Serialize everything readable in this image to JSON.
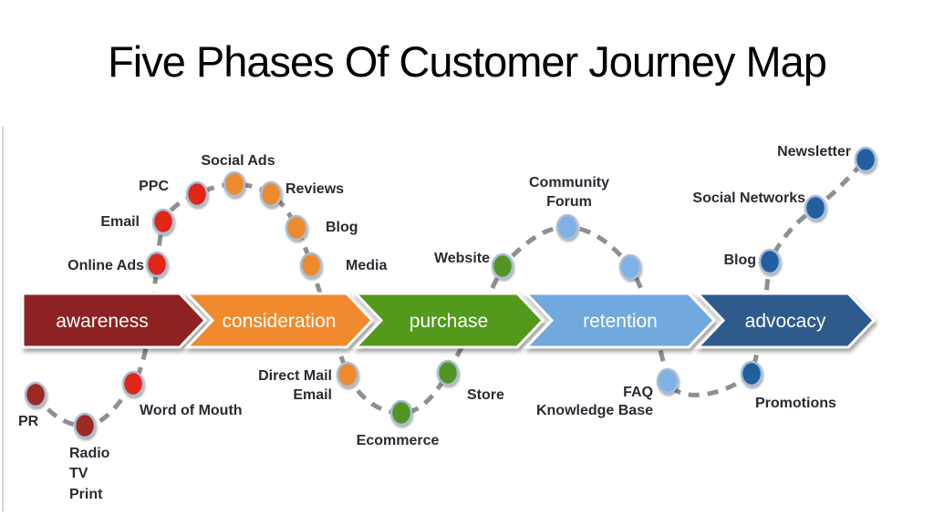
{
  "title": "Five Phases Of Customer Journey Map",
  "colors": {
    "background": "#ffffff",
    "title_text": "#000000",
    "dashed_path": "#8f8f8f",
    "dot_outline": "#a9bed6",
    "touchpoint_label": "#2a2a33",
    "phase_label_text": "#ffffff",
    "frame_edge": "#d6d6d6"
  },
  "journey": {
    "phases": [
      {
        "label": "awareness",
        "color": "#8e2420"
      },
      {
        "label": "consideration",
        "color": "#f18a2e"
      },
      {
        "label": "purchase",
        "color": "#52991c"
      },
      {
        "label": "retention",
        "color": "#71a8dd"
      },
      {
        "label": "advocacy",
        "color": "#2d5a8c"
      }
    ],
    "touchpoints": [
      {
        "lines": [
          "PR"
        ],
        "phase": "awareness",
        "color": "#9d2b24"
      },
      {
        "lines": [
          "Radio",
          "TV",
          "Print"
        ],
        "phase": "awareness",
        "color": "#9d2b24"
      },
      {
        "lines": [
          "Word of Mouth"
        ],
        "phase": "awareness",
        "color": "#e02619"
      },
      {
        "lines": [
          "Online Ads"
        ],
        "phase": "awareness",
        "color": "#e02619"
      },
      {
        "lines": [
          "Email"
        ],
        "phase": "awareness",
        "color": "#e02619"
      },
      {
        "lines": [
          "PPC"
        ],
        "phase": "awareness",
        "color": "#e02619"
      },
      {
        "lines": [
          "Social Ads"
        ],
        "phase": "consideration",
        "color": "#ee8a2d"
      },
      {
        "lines": [
          "Reviews"
        ],
        "phase": "consideration",
        "color": "#ee8a2d"
      },
      {
        "lines": [
          "Blog"
        ],
        "phase": "consideration",
        "color": "#ee8a2d"
      },
      {
        "lines": [
          "Media"
        ],
        "phase": "consideration",
        "color": "#ee8a2d"
      },
      {
        "lines": [
          "Direct Mail",
          "Email"
        ],
        "phase": "consideration",
        "color": "#ee8a2d"
      },
      {
        "lines": [
          "Ecommerce"
        ],
        "phase": "purchase",
        "color": "#529522"
      },
      {
        "lines": [
          "Store"
        ],
        "phase": "purchase",
        "color": "#529522"
      },
      {
        "lines": [
          "Website"
        ],
        "phase": "purchase",
        "color": "#529522"
      },
      {
        "lines": [
          "Community",
          "Forum"
        ],
        "phase": "retention",
        "color": "#7fb1e6"
      },
      {
        "lines": [],
        "phase": "retention",
        "color": "#7fb1e6"
      },
      {
        "lines": [
          "FAQ",
          "Knowledge Base"
        ],
        "phase": "retention",
        "color": "#7fb1e6"
      },
      {
        "lines": [
          "Promotions"
        ],
        "phase": "advocacy",
        "color": "#235e9e"
      },
      {
        "lines": [
          "Blog"
        ],
        "phase": "advocacy",
        "color": "#235e9e"
      },
      {
        "lines": [
          "Social Networks"
        ],
        "phase": "advocacy",
        "color": "#235e9e"
      },
      {
        "lines": [
          "Newsletter"
        ],
        "phase": "advocacy",
        "color": "#235e9e"
      }
    ]
  }
}
